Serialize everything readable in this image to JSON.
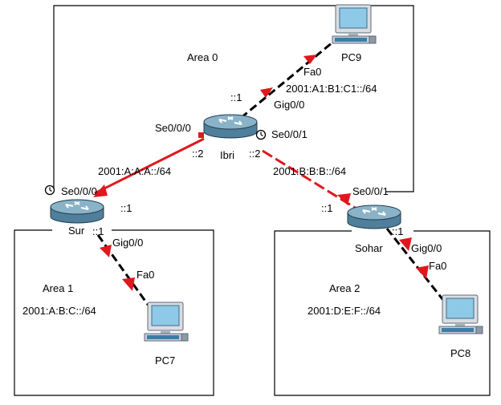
{
  "colors": {
    "serial_link": "#e0171d",
    "ethernet_link": "#000000",
    "link_arrow": "#e0171d",
    "area_border": "#000000",
    "router_body": "#4f7f9a",
    "pc_screen": "#8fc9e8"
  },
  "areas": {
    "area0": {
      "label": "Area 0"
    },
    "area1": {
      "label": "Area 1",
      "prefix": "2001:A:B:C::/64"
    },
    "area2": {
      "label": "Area 2",
      "prefix": "2001:D:E:F::/64"
    }
  },
  "devices": {
    "ibri": {
      "name": "Ibri",
      "icon": "router-icon"
    },
    "sur": {
      "name": "Sur",
      "icon": "router-icon"
    },
    "sohar": {
      "name": "Sohar",
      "icon": "router-icon"
    },
    "pc9": {
      "name": "PC9",
      "icon": "pc-icon"
    },
    "pc7": {
      "name": "PC7",
      "icon": "pc-icon"
    },
    "pc8": {
      "name": "PC8",
      "icon": "pc-icon"
    }
  },
  "links": {
    "ibri_pc9": {
      "pc_if": "Fa0",
      "router_if": "Gig0/0",
      "network": "2001:A1:B1:C1::/64",
      "router_host": "::1"
    },
    "ibri_sur": {
      "ibri_if": "Se0/0/0",
      "ibri_host": "::2",
      "sur_if": "Se0/0/0",
      "sur_host": "::1",
      "network": "2001:A:A:A::/64"
    },
    "ibri_sohar": {
      "ibri_if": "Se0/0/1",
      "ibri_host": "::2",
      "sohar_if": "Se0/0/1",
      "sohar_host": "::1",
      "network": "2001:B:B:B::/64"
    },
    "sur_pc7": {
      "router_if": "Gig0/0",
      "router_host": "::1",
      "pc_if": "Fa0"
    },
    "sohar_pc8": {
      "router_if": "Gig0/0",
      "router_host": "::1",
      "pc_if": "Fa0"
    }
  }
}
